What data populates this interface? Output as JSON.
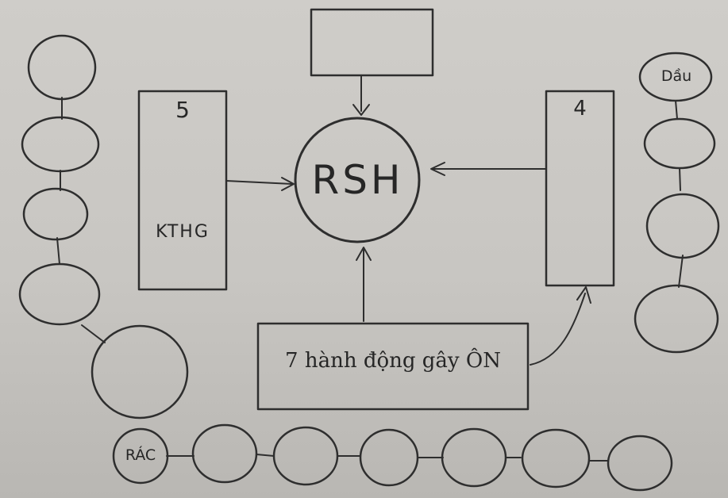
{
  "center": {
    "label": "RSH"
  },
  "top_box": {
    "label": ""
  },
  "left_box": {
    "number": "5",
    "acronym": "KTHG"
  },
  "right_box": {
    "number": "4"
  },
  "bottom_box": {
    "label": "7 hành động gây ÔN"
  },
  "left_chain": [
    {
      "label": ""
    },
    {
      "label": ""
    },
    {
      "label": ""
    },
    {
      "label": ""
    },
    {
      "label": ""
    }
  ],
  "right_chain": [
    {
      "label": "Dầu"
    },
    {
      "label": ""
    },
    {
      "label": ""
    },
    {
      "label": ""
    }
  ],
  "bottom_chain": [
    {
      "label": "RÁC"
    },
    {
      "label": ""
    },
    {
      "label": ""
    },
    {
      "label": ""
    },
    {
      "label": ""
    },
    {
      "label": ""
    },
    {
      "label": ""
    }
  ],
  "colors": {
    "ink": "#2e2e2e",
    "paper": "#cfcdc9"
  }
}
